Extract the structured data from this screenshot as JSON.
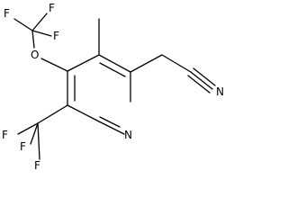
{
  "molecule": {
    "atom_labels": {
      "f1": "F",
      "f2": "F",
      "f3": "F",
      "o": "O",
      "f4": "F",
      "f5": "F",
      "f6": "F",
      "n_ring": "N",
      "n_nitrile": "N"
    },
    "colors": {
      "bond": "#000000",
      "label": "#000000",
      "background": "#ffffff"
    }
  }
}
